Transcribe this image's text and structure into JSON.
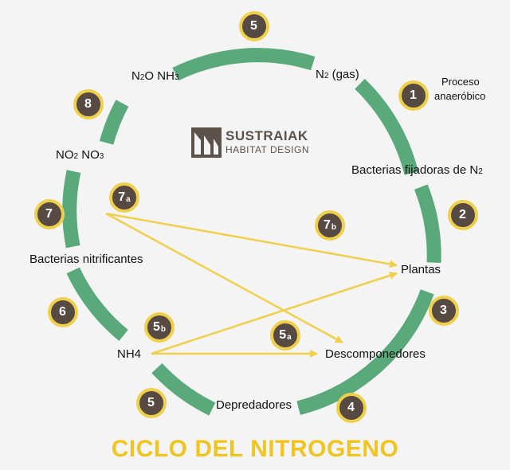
{
  "title": "CICLO DEL NITROGENO",
  "logo": {
    "name": "SUSTRAIAK",
    "tagline": "HABITAT DESIGN"
  },
  "labels": {
    "n2_gas": {
      "main": "N",
      "sub": "2",
      "rest": " (gas)"
    },
    "proceso_line1": "Proceso",
    "proceso_line2": "anaeróbico",
    "bact_fij": {
      "main": "Bacterias fijadoras de N",
      "sub": "2"
    },
    "plantas": "Plantas",
    "descomponedores": "Descomponedores",
    "depredadores": "Depredadores",
    "nh4": "NH4",
    "bact_nit": "Bacterias nitrificantes",
    "no2": {
      "a": "NO",
      "a_sub": "2",
      "b": "NO",
      "b_sub": "3"
    },
    "n2o": {
      "a": "N",
      "a_sub": "2",
      "a_rest": "O",
      "b": "NH",
      "b_sub": "3"
    }
  },
  "steps": [
    {
      "id": "s5-top",
      "num": "5",
      "suffix": ""
    },
    {
      "id": "s1",
      "num": "1",
      "suffix": ""
    },
    {
      "id": "s2",
      "num": "2",
      "suffix": ""
    },
    {
      "id": "s3",
      "num": "3",
      "suffix": ""
    },
    {
      "id": "s4",
      "num": "4",
      "suffix": ""
    },
    {
      "id": "s5-bottom",
      "num": "5",
      "suffix": ""
    },
    {
      "id": "s6",
      "num": "6",
      "suffix": ""
    },
    {
      "id": "s7",
      "num": "7",
      "suffix": ""
    },
    {
      "id": "s8",
      "num": "8",
      "suffix": ""
    },
    {
      "id": "s7a",
      "num": "7",
      "suffix": "a"
    },
    {
      "id": "s7b",
      "num": "7",
      "suffix": "b"
    },
    {
      "id": "s5a",
      "num": "5",
      "suffix": "a"
    },
    {
      "id": "s5b",
      "num": "5",
      "suffix": "b"
    }
  ],
  "colors": {
    "ring": "#5aa97a",
    "arrow": "#f0d04a",
    "circle_fill": "#564a43",
    "circle_border": "#f0d04a",
    "title": "#f0c520",
    "logo": "#5b524c"
  }
}
